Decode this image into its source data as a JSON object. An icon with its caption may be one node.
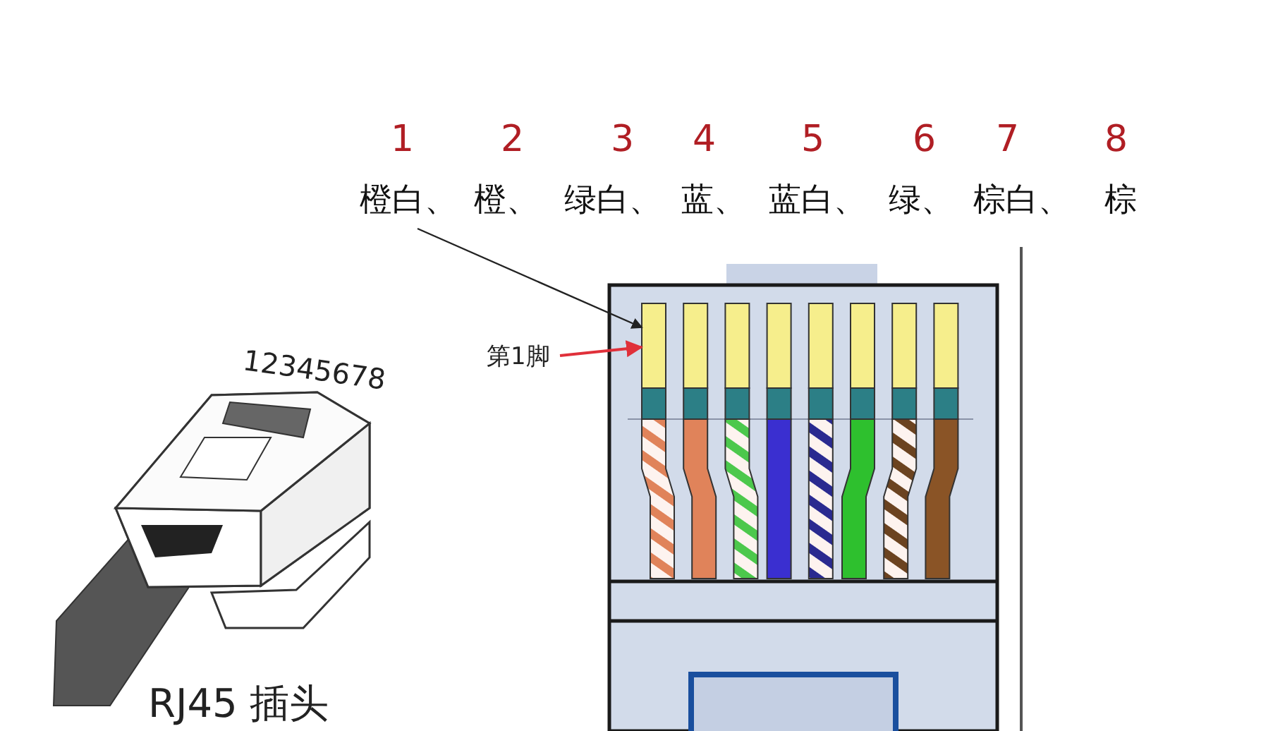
{
  "diagram": {
    "nodes": [
      {
        "text": [
          "橙白、"
        ]
      },
      {
        "text": [
          "第1脚"
        ]
      },
      {
        "text": [],
        "shape": "bar"
      }
    ],
    "edges": [
      {
        "from": 0,
        "to": 2,
        "arrow": "to"
      },
      {
        "from": 1,
        "to": 2,
        "arrow": "to",
        "color": "#e0303a"
      }
    ],
    "labels": [
      "1",
      "2",
      "3",
      "4",
      "5",
      "6",
      "7",
      "8",
      "橙、",
      "绿白、",
      "蓝、",
      "蓝白、",
      "绿、",
      "棕白、",
      "棕",
      "12345678",
      "RJ45 插头"
    ]
  }
}
